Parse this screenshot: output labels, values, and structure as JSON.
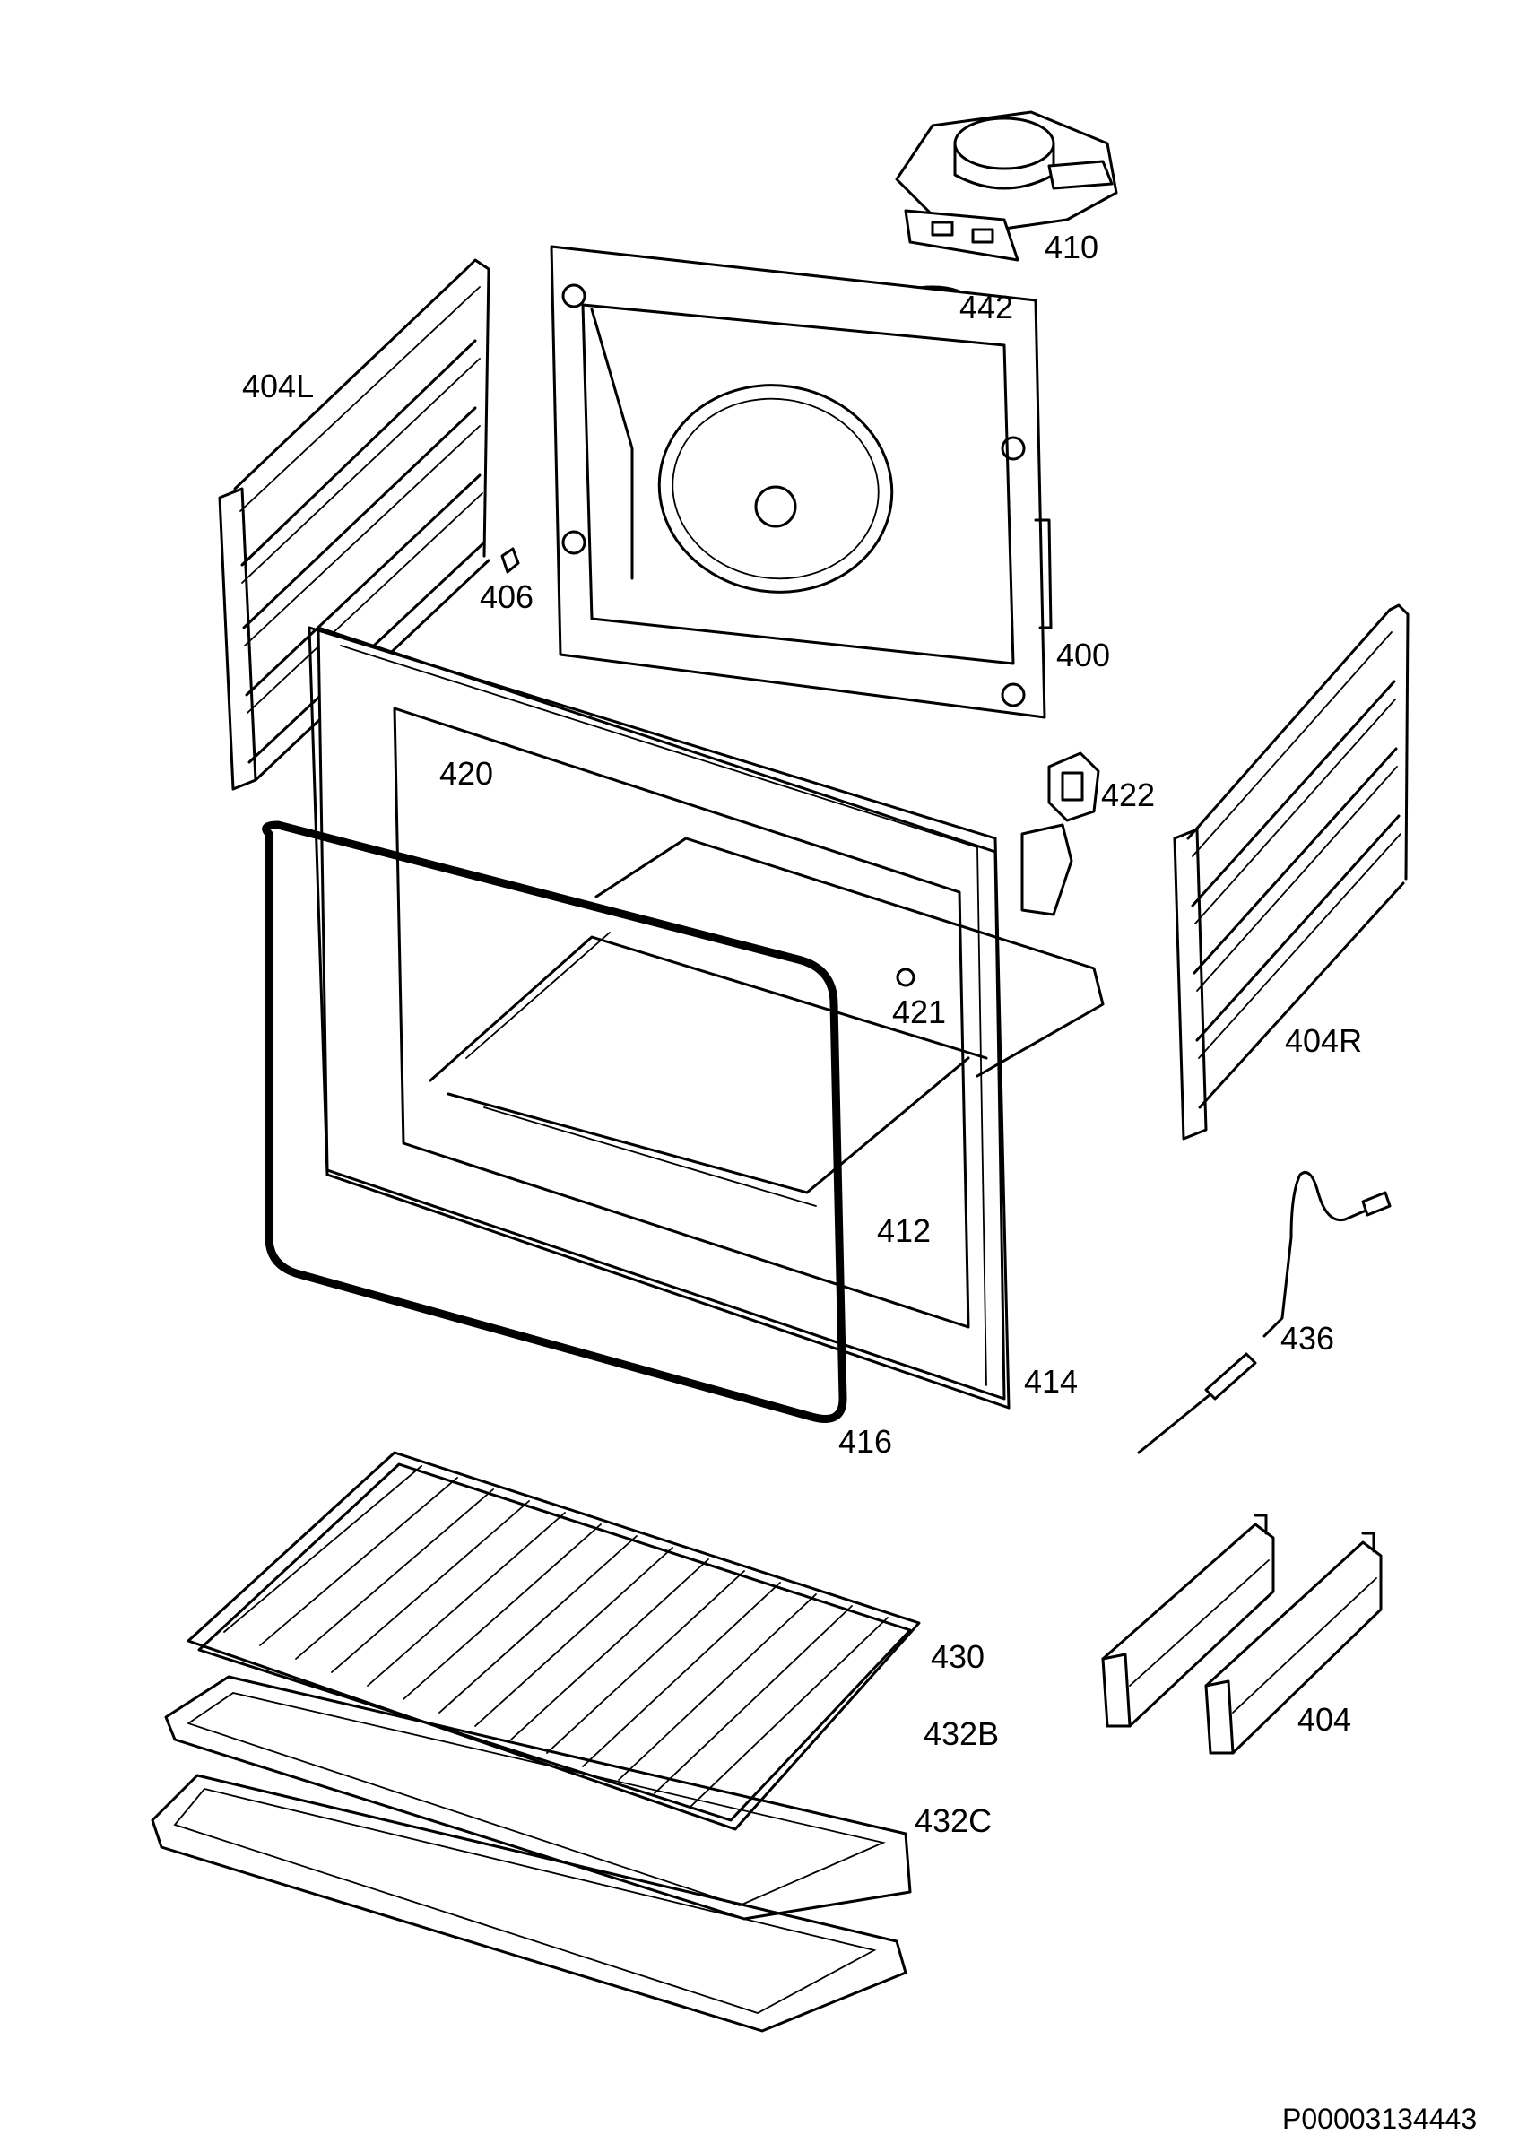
{
  "labels": {
    "p410": "410",
    "p442": "442",
    "p404L": "404L",
    "p406": "406",
    "p400": "400",
    "p420": "420",
    "p422": "422",
    "p421": "421",
    "p404R": "404R",
    "p412": "412",
    "p436": "436",
    "p414": "414",
    "p416": "416",
    "p430": "430",
    "p432B": "432B",
    "p432C": "432C",
    "p404": "404"
  },
  "document_id": "P00003134443"
}
